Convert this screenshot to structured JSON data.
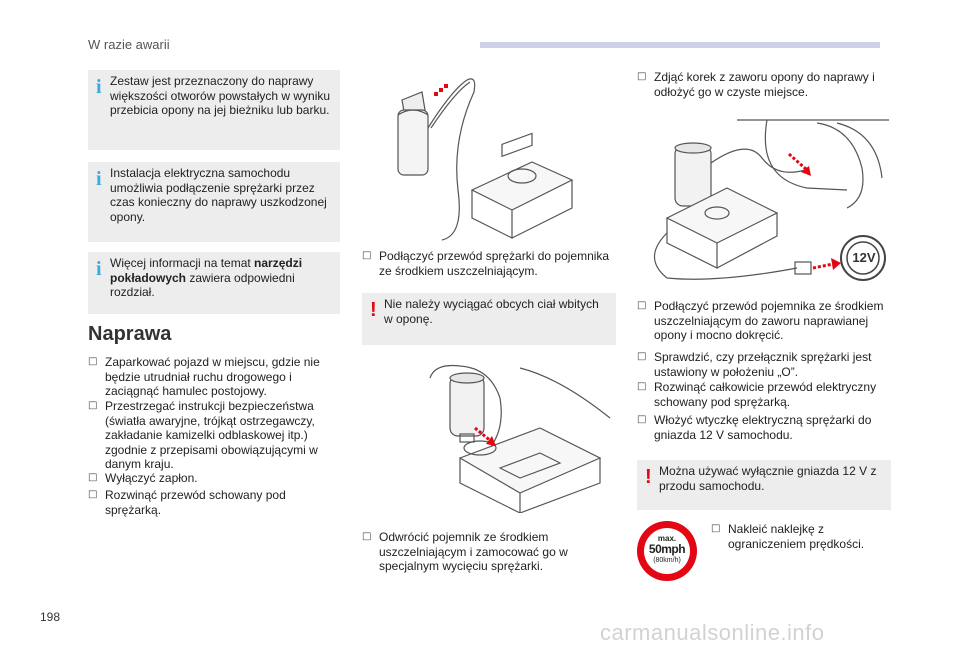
{
  "header": {
    "title": "W razie awarii"
  },
  "page_number": "198",
  "watermark": "carmanualsonline.info",
  "info_boxes": [
    {
      "text": "Zestaw jest przeznaczony do naprawy większości otworów powstałych w wyniku przebicia opony na jej bieżniku lub barku."
    },
    {
      "text": "Instalacja elektryczna samochodu umożliwia podłączenie sprężarki przez czas konieczny do naprawy uszkodzonej opony."
    },
    {
      "text_before": "Więcej informacji na temat ",
      "text_bold": "narzędzi pokładowych",
      "text_after": " zawiera odpowiedni rozdział."
    }
  ],
  "section_title": "Naprawa",
  "left_steps": [
    "Zaparkować pojazd w miejscu, gdzie nie będzie utrudniał ruchu drogowego i zaciągnąć hamulec postojowy.",
    "Przestrzegać instrukcji bezpieczeństwa (światła awaryjne, trójkąt ostrzegawczy, zakładanie kamizelki odblaskowej itp.) zgodnie z przepisami obowiązującymi w danym kraju.",
    "Wyłączyć zapłon.",
    "Rozwinąć przewód schowany pod sprężarką."
  ],
  "middle_steps": [
    "Podłączyć przewód sprężarki do pojemnika ze środkiem uszczelniającym.",
    "Odwrócić pojemnik ze środkiem uszczelniającym i zamocować go w specjalnym wycięciu sprężarki."
  ],
  "middle_warning": "Nie należy wyciągać obcych ciał wbitych w oponę.",
  "right_steps": [
    "Zdjąć korek z zaworu opony do naprawy i odłożyć go w czyste miejsce.",
    "Podłączyć przewód pojemnika ze środkiem uszczelniającym do zaworu naprawianej opony i mocno dokręcić.",
    "Sprawdzić, czy przełącznik sprężarki jest ustawiony w położeniu „O”.",
    "Rozwinąć całkowicie przewód elektryczny schowany pod sprężarką.",
    "Włożyć wtyczkę elektryczną sprężarki do gniazda 12 V samochodu.",
    "Nakleić naklejkę z ograniczeniem prędkości."
  ],
  "right_warning": "Można używać wyłącznie gniazda 12 V z przodu samochodu.",
  "socket_label": "12V",
  "speed_sticker": {
    "line1": "max.",
    "line2": "50mph",
    "line3": "(80km/h)"
  },
  "colors": {
    "info": "#39a9e0",
    "warning": "#e30613",
    "box_bg": "#ededed",
    "header_bar": "#cdd0e8"
  }
}
